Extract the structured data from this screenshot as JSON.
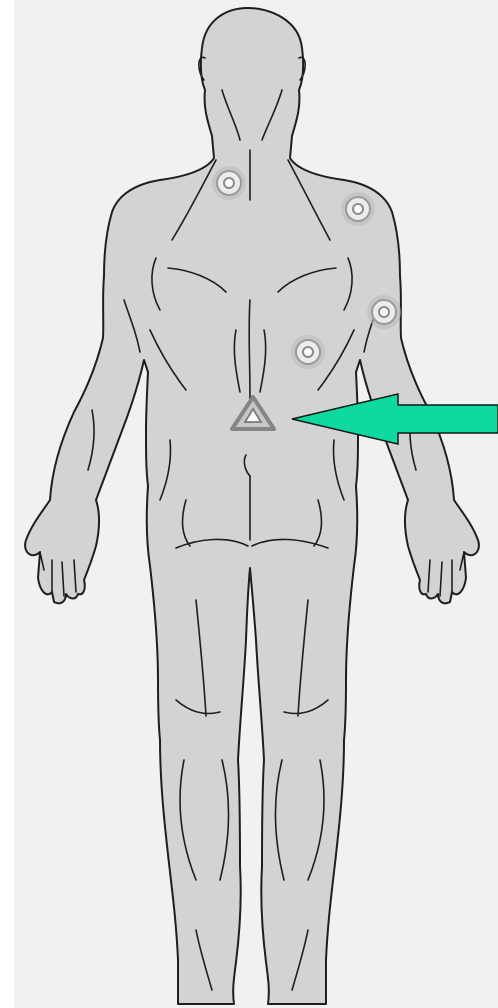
{
  "figure": {
    "view": "posterior",
    "markers": [
      {
        "id": "neck",
        "shape": "circle",
        "label": "",
        "highlighted": false
      },
      {
        "id": "left-shoulder",
        "shape": "circle",
        "label": "",
        "highlighted": false
      },
      {
        "id": "left-elbow",
        "shape": "circle",
        "label": "",
        "highlighted": false
      },
      {
        "id": "mid-back",
        "shape": "circle",
        "label": "",
        "highlighted": false
      },
      {
        "id": "lower-back",
        "shape": "triangle",
        "label": "",
        "highlighted": true
      }
    ],
    "pointer": {
      "target": "lower-back",
      "color": "#10d9a0"
    }
  },
  "colors": {
    "paper": "#f1f1f1",
    "body_fill": "#d3d3d3",
    "body_stroke": "#1e1e1e",
    "circle_marker": "#ececec",
    "triangle_marker": "#858585",
    "arrow": "#10d9a0"
  }
}
